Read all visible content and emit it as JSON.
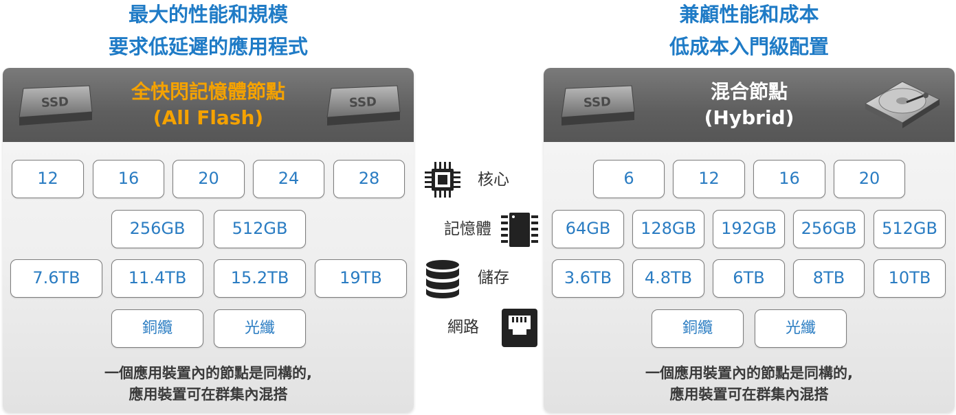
{
  "left": {
    "heading": [
      "最大的性能和規模",
      "要求低延遲的應用程式"
    ],
    "title_line1": "全快閃記憶體節點",
    "title_line2": "(All Flash)",
    "title_color": "#f5a200",
    "ssd_label": "SSD",
    "cores": [
      "12",
      "16",
      "20",
      "24",
      "28"
    ],
    "memory": [
      "256GB",
      "512GB"
    ],
    "storage": [
      "7.6TB",
      "11.4TB",
      "15.2TB",
      "19TB"
    ],
    "network": [
      "銅纜",
      "光纖"
    ],
    "note": [
      "一個應用裝置內的節點是同構的,",
      "應用裝置可在群集內混搭"
    ]
  },
  "right": {
    "heading": [
      "兼顧性能和成本",
      "低成本入門級配置"
    ],
    "title_line1": "混合節點",
    "title_line2": "(Hybrid)",
    "title_color": "#ffffff",
    "ssd_label": "SSD",
    "cores": [
      "6",
      "12",
      "16",
      "20"
    ],
    "memory": [
      "64GB",
      "128GB",
      "192GB",
      "256GB",
      "512GB"
    ],
    "storage": [
      "3.6TB",
      "4.8TB",
      "6TB",
      "8TB",
      "10TB"
    ],
    "network": [
      "銅纜",
      "光纖"
    ],
    "note": [
      "一個應用裝置內的節點是同構的,",
      "應用裝置可在群集內混搭"
    ]
  },
  "legend": {
    "cores": "核心",
    "memory": "記憶體",
    "storage": "儲存",
    "network": "網路"
  },
  "icons": [
    "cpu-chip-icon",
    "memory-chip-icon",
    "database-icon",
    "ethernet-port-icon",
    "ssd-drive-icon",
    "hard-disk-drive-icon"
  ],
  "colors": {
    "heading": "#1f7bc6",
    "box_text": "#2a7cc2",
    "all_flash_title": "#f5a200",
    "banner": "#5e5e5e"
  }
}
